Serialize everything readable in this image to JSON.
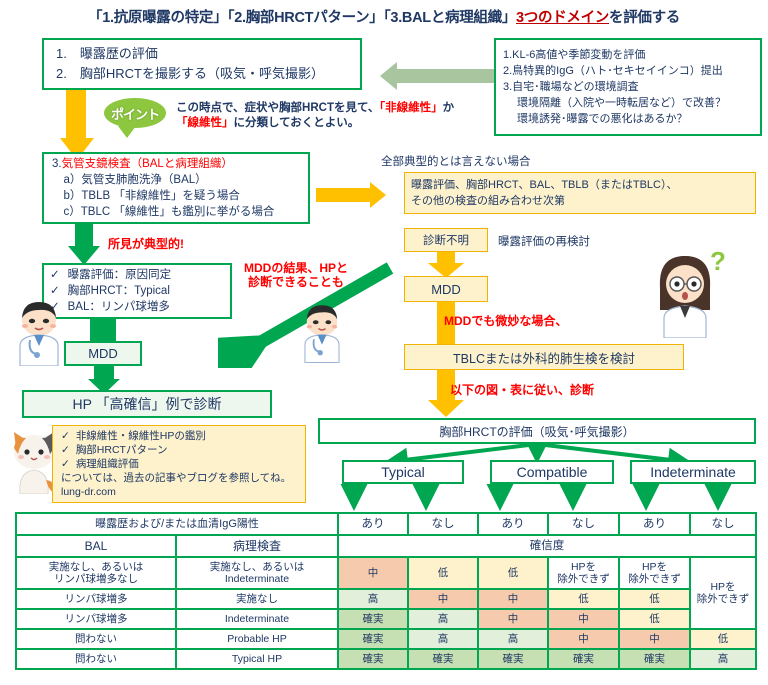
{
  "title": {
    "part1": "「1.抗原曝露の特定」「2.胸部HRCTパターン」「3.BALと病理組織」",
    "highlight": "3つのドメイン",
    "part2": "を評価する"
  },
  "step1_box": {
    "line1": "1.　曝露歴の評価",
    "line2": "2.　胸部HRCTを撮影する（吸気・呼気撮影）"
  },
  "right_box": {
    "line1": "1.KL-6高値や季節変動を評価",
    "line2": "2.鳥特異的IgG（ハト･セキセイインコ）提出",
    "line3": "3.自宅･職場などの環境調査",
    "line4": "　 環境隔離（入院や一時転居など）で改善？",
    "line5": "　 環境誘発･曝露での悪化はあるか？"
  },
  "point": {
    "label": "ポイント",
    "text_a": "この時点で、症状や胸部HRCTを見て、",
    "text_b": "「非線維性」",
    "text_c": "か",
    "text_d": "「線維性」",
    "text_e": "に分類しておくとよい。"
  },
  "step3_box": {
    "line1_a": "3.",
    "line1_b": "気管支鏡検査（BALと病理組織）",
    "line2": "　a）気管支肺胞洗浄（BAL）",
    "line3": "　b）TBLB 「非線維性」を疑う場合",
    "line4": "　c）TBLC 「線維性」も鑑別に挙がる場合"
  },
  "labels": {
    "typical_finding": "所見が典型的!",
    "not_all_typical": "全部典型的とは言えない場合",
    "mdd_result": "MDDの結果、HPと\n診断できることも",
    "mdd_subtle": "MDDでも微妙な場合、",
    "follow_figure": "以下の図・表に従い、診断",
    "reexamine": "曝露評価の再検討"
  },
  "checklist_box": {
    "line1": "曝露評価：原因同定",
    "line2": "胸部HRCT：Typical",
    "line3": "BAL：リンパ球増多",
    "check": "✓"
  },
  "mdd_left": "MDD",
  "hp_result": "HP 「高確信」例で診断",
  "combo_box": {
    "line1": "曝露評価、胸部HRCT、BAL、TBLB（またはTBLC）、",
    "line2": "その他の検査の組み合わせ次第"
  },
  "undiagnosed": "診断不明",
  "mdd_right": "MDD",
  "tblc_box": "TBLCまたは外科的肺生検を検討",
  "cat_box": {
    "check": "✓",
    "line1": "非線維性・線維性HPの鑑別",
    "line2": "胸部HRCTパターン",
    "line3": "病理組織評価",
    "line4": "については、過去の記事やブログを参照してね。",
    "line5": "lung-dr.com"
  },
  "hrct_eval": {
    "title": "胸部HRCTの評価（吸気･呼気撮影）",
    "options": [
      "Typical",
      "Compatible",
      "Indeterminate"
    ]
  },
  "table": {
    "header_row1_label": "曝露歴および/または血清IgG陽性",
    "header_row1_values": [
      "あり",
      "なし",
      "あり",
      "なし",
      "あり",
      "なし"
    ],
    "header_row2_col1": "BAL",
    "header_row2_col2": "病理検査",
    "header_row2_span": "確信度",
    "rows": [
      {
        "bal": "実施なし、あるいは\nリンパ球増多なし",
        "path": "実施なし、あるいは\nIndeterminate",
        "cells": [
          {
            "text": "中",
            "cls": "c-mid"
          },
          {
            "text": "低",
            "cls": "c-low"
          },
          {
            "text": "低",
            "cls": "c-low"
          },
          {
            "text": "HPを\n除外できず",
            "cls": ""
          },
          {
            "text": "HPを\n除外できず",
            "cls": ""
          },
          {
            "text": "HPを\n除外できず",
            "cls": "",
            "rowspan": 3
          }
        ]
      },
      {
        "bal": "リンパ球増多",
        "path": "実施なし",
        "cells": [
          {
            "text": "高",
            "cls": "c-high"
          },
          {
            "text": "中",
            "cls": "c-mid"
          },
          {
            "text": "中",
            "cls": "c-mid"
          },
          {
            "text": "低",
            "cls": "c-low"
          },
          {
            "text": "低",
            "cls": "c-low"
          }
        ]
      },
      {
        "bal": "リンパ球増多",
        "path": "Indeterminate",
        "cells": [
          {
            "text": "確実",
            "cls": "c-def"
          },
          {
            "text": "高",
            "cls": "c-high"
          },
          {
            "text": "中",
            "cls": "c-mid"
          },
          {
            "text": "中",
            "cls": "c-mid"
          },
          {
            "text": "低",
            "cls": "c-low"
          }
        ]
      },
      {
        "bal": "問わない",
        "path": "Probable HP",
        "cells": [
          {
            "text": "確実",
            "cls": "c-def"
          },
          {
            "text": "高",
            "cls": "c-high"
          },
          {
            "text": "高",
            "cls": "c-high"
          },
          {
            "text": "中",
            "cls": "c-mid"
          },
          {
            "text": "中",
            "cls": "c-mid"
          },
          {
            "text": "低",
            "cls": "c-low"
          }
        ]
      },
      {
        "bal": "問わない",
        "path": "Typical HP",
        "cells": [
          {
            "text": "確実",
            "cls": "c-def"
          },
          {
            "text": "確実",
            "cls": "c-def"
          },
          {
            "text": "確実",
            "cls": "c-def"
          },
          {
            "text": "確実",
            "cls": "c-def"
          },
          {
            "text": "確実",
            "cls": "c-def"
          },
          {
            "text": "高",
            "cls": "c-high"
          }
        ]
      }
    ]
  },
  "colors": {
    "green": "#00a650",
    "yellow": "#ffc000",
    "navy": "#1f3864",
    "red": "#ff0000",
    "mid": "#f6cbad",
    "low": "#fdf2cc",
    "high": "#e2efda",
    "definite": "#c6e0b4"
  }
}
